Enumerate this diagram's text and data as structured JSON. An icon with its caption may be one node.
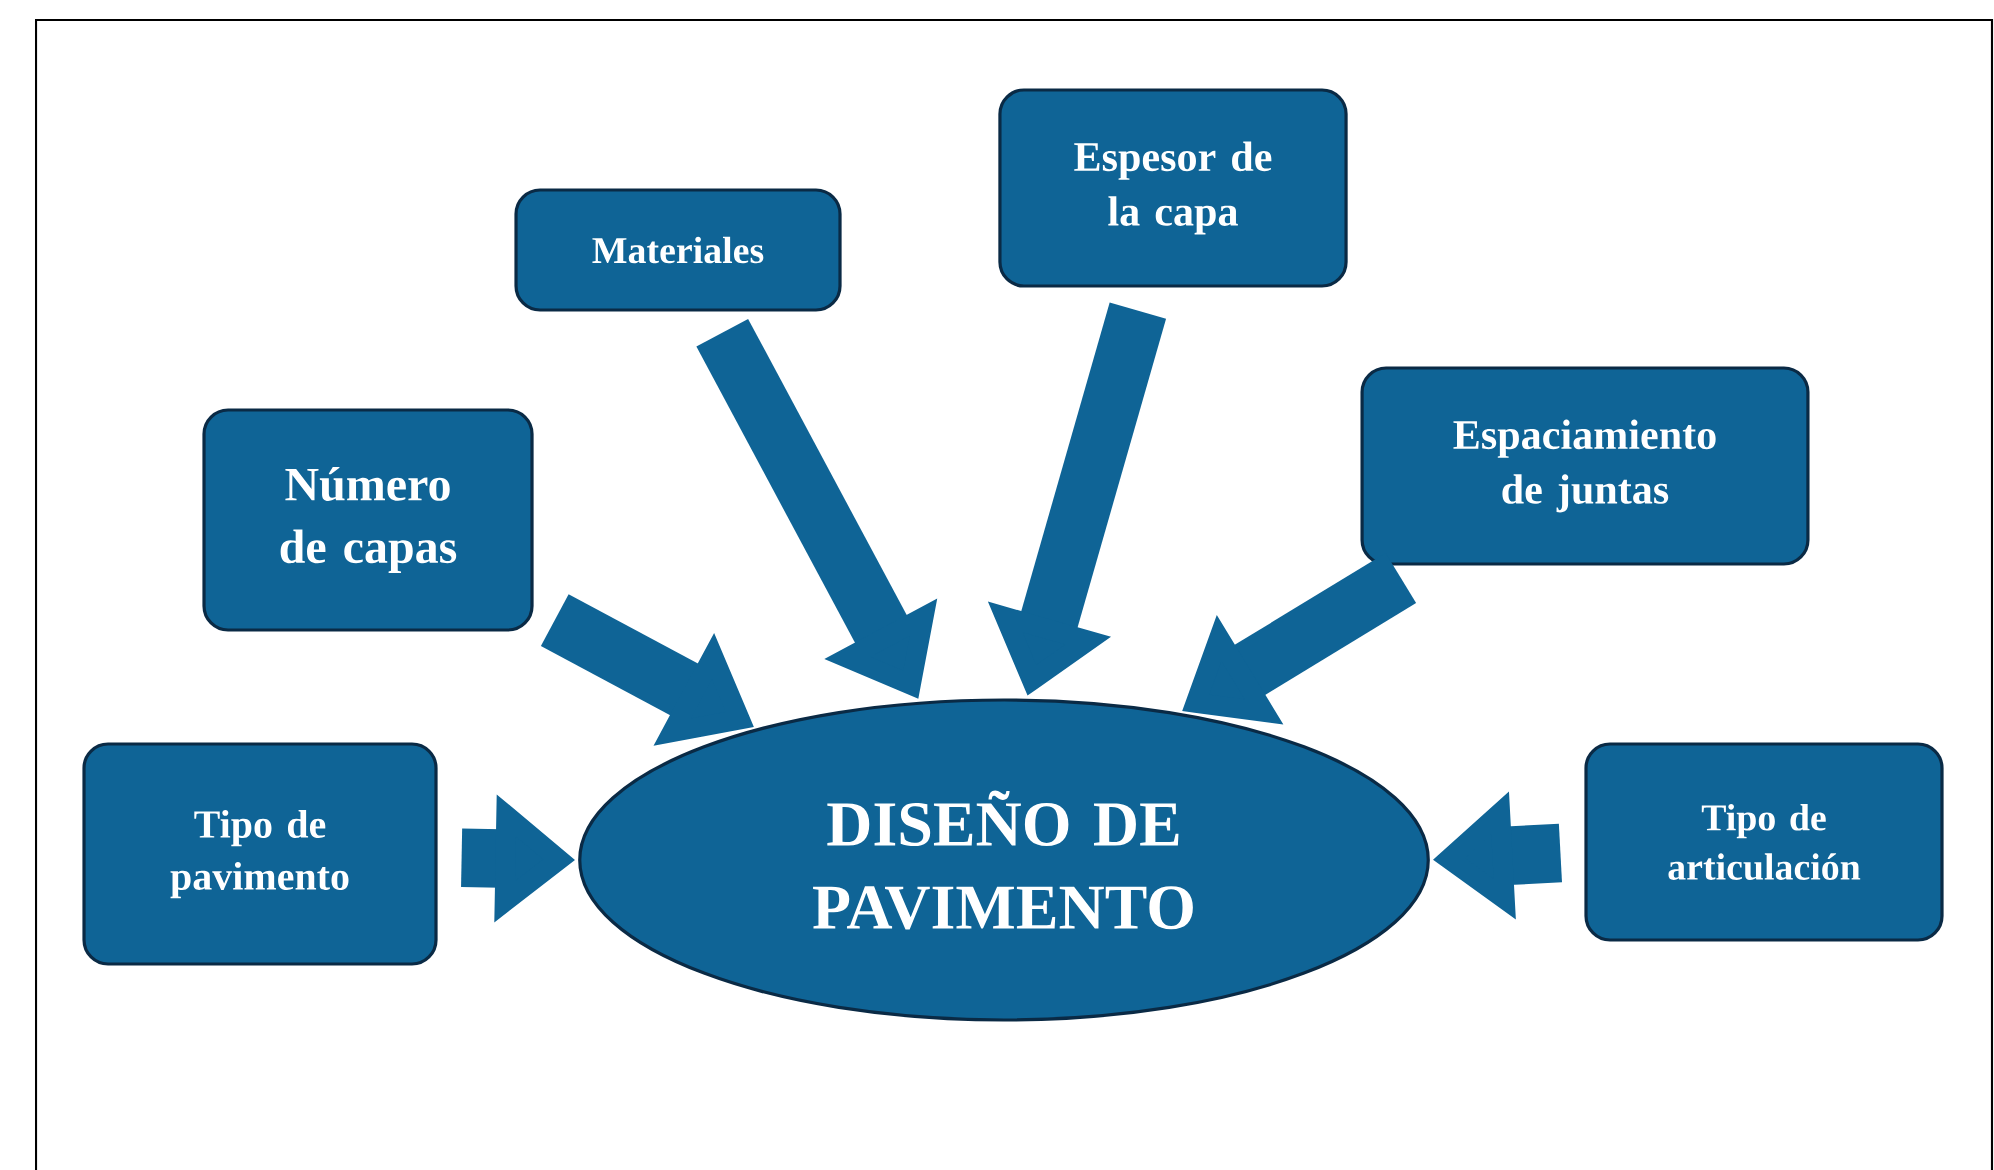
{
  "diagram": {
    "nodes": [
      {
        "text": [
          "DISEÑO DE PAVIMENTO"
        ]
      },
      {
        "text": [
          "Tipo de pavimento"
        ]
      },
      {
        "text": [
          "Número de capas"
        ]
      },
      {
        "text": [
          "Materiales"
        ]
      },
      {
        "text": [
          "Espesor de la capa"
        ]
      },
      {
        "text": [
          "Espaciamiento de juntas"
        ]
      },
      {
        "text": [
          "Tipo de articulación"
        ]
      }
    ],
    "edges": [
      {
        "from": 1,
        "to": 0,
        "arrow": "to"
      },
      {
        "from": 2,
        "to": 0,
        "arrow": "to"
      },
      {
        "from": 3,
        "to": 0,
        "arrow": "to"
      },
      {
        "from": 4,
        "to": 0,
        "arrow": "to"
      },
      {
        "from": 5,
        "to": 0,
        "arrow": "to"
      },
      {
        "from": 6,
        "to": 0,
        "arrow": "to"
      }
    ]
  }
}
